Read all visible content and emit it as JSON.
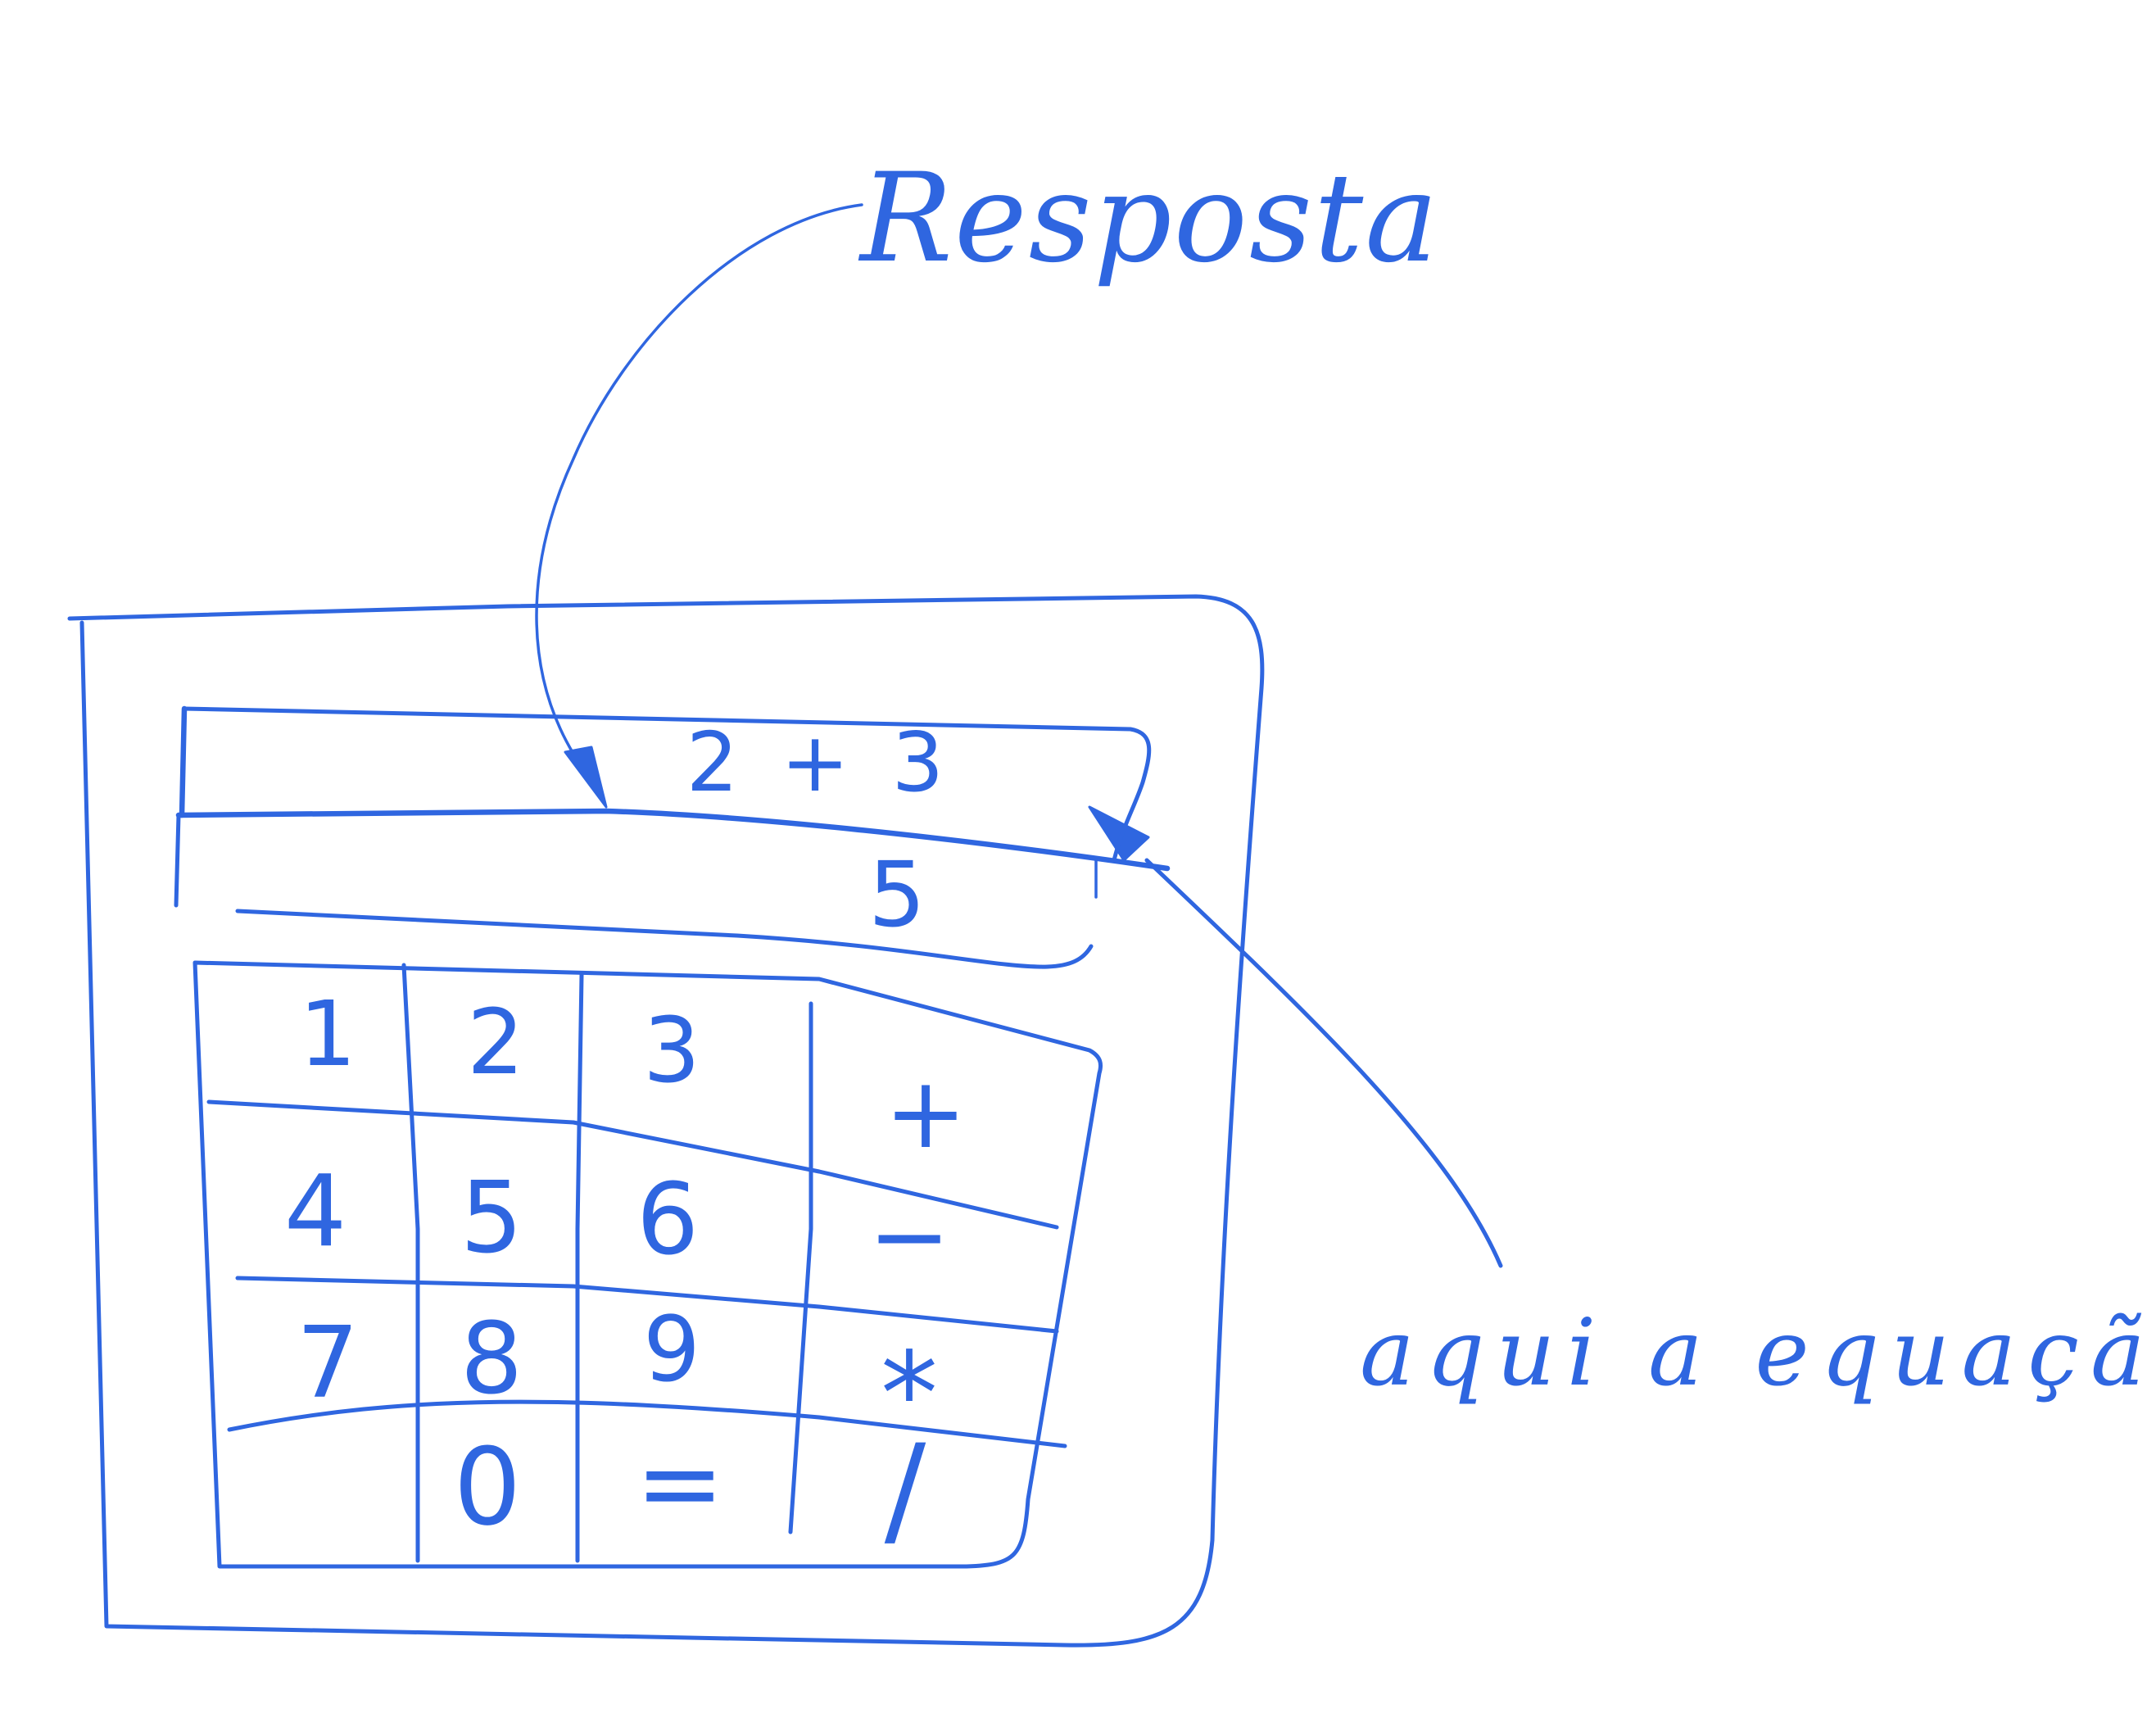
{
  "annotations": {
    "resposta": "Resposta",
    "equacao": "aqui a equação"
  },
  "display": {
    "equation": "2 + 3",
    "result": "5"
  },
  "keypad": {
    "keys": [
      "1",
      "2",
      "3",
      "+",
      "4",
      "5",
      "6",
      "−",
      "7",
      "8",
      "9",
      "*",
      "",
      "0",
      "=",
      "/"
    ]
  },
  "colors": {
    "ink": "#2f66e0",
    "paper": "#ffffff"
  }
}
